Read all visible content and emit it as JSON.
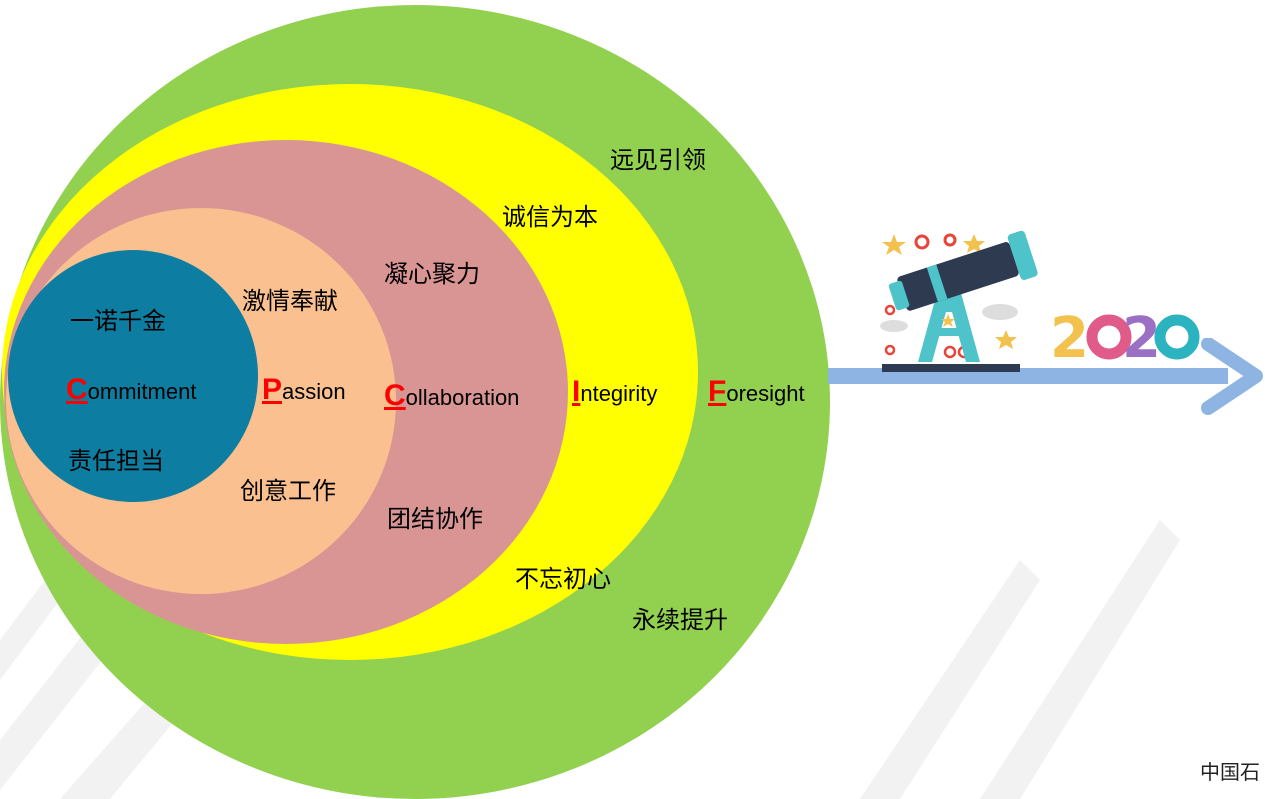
{
  "rings": {
    "green": {
      "color": "#92d050",
      "top": "远见引领",
      "bottom": "永续提升",
      "initial": "F",
      "rest": "oresight"
    },
    "yellow": {
      "color": "#ffff00",
      "top": "诚信为本",
      "bottom": "不忘初心",
      "initial": "I",
      "rest": "ntegirity"
    },
    "rose": {
      "color": "#d99594",
      "top": "凝心聚力",
      "bottom": "团结协作",
      "initial": "C",
      "rest": "ollaboration"
    },
    "peach": {
      "color": "#fac090",
      "top": "激情奉献",
      "bottom": "创意工作",
      "initial": "P",
      "rest": "assion"
    },
    "teal": {
      "color": "#0d7ea1",
      "top": "一诺千金",
      "bottom": "责任担当",
      "initial": "C",
      "rest": "ommitment"
    }
  },
  "accent_color": "#ff0000",
  "arrow_color": "#8eb4e3",
  "year": "2020",
  "footer": "中国石"
}
